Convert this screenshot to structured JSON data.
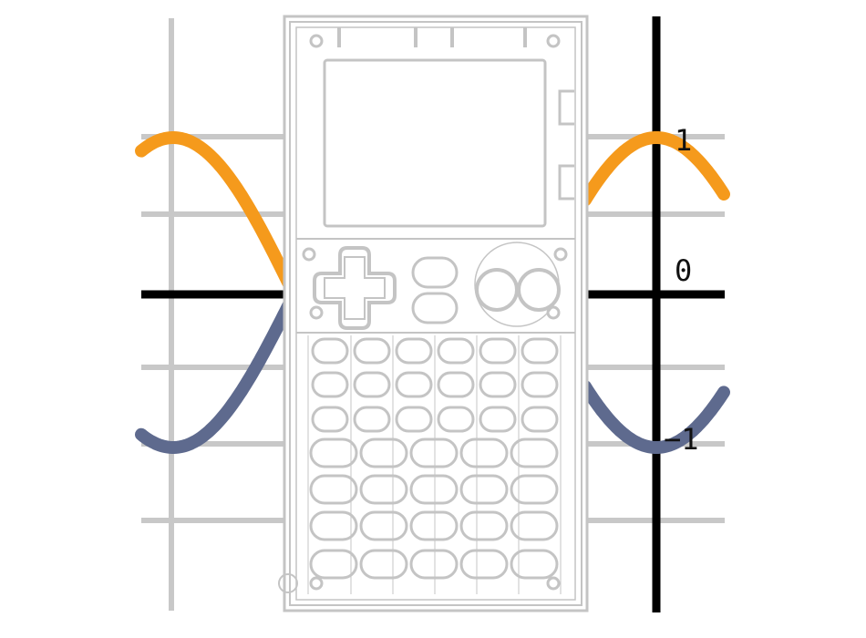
{
  "graph": {
    "tick_labels": [
      "1",
      "0",
      "−1"
    ],
    "colors": {
      "grid": "#c8c8c8",
      "axis": "#000000",
      "curve_top": "#f59a1c",
      "curve_bottom": "#5e6a8e",
      "device_outline": "#c4c4c4"
    }
  },
  "device": {
    "icon": "graphing-calculator-outline-icon",
    "keypad_rows": 7
  }
}
